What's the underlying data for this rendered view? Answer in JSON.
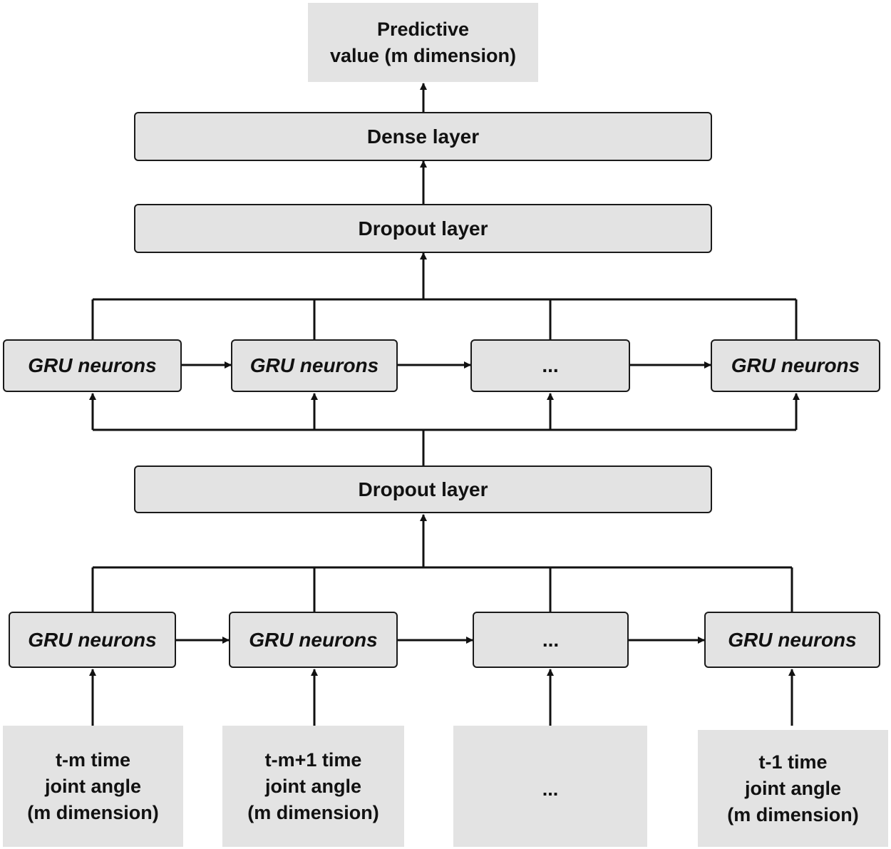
{
  "output": {
    "line1": "Predictive",
    "line2": "value (m dimension)"
  },
  "layers": {
    "dense": "Dense layer",
    "dropout_top": "Dropout layer",
    "dropout_bottom": "Dropout layer"
  },
  "gru_upper": [
    "GRU neurons",
    "GRU neurons",
    "...",
    "GRU neurons"
  ],
  "gru_lower": [
    "GRU neurons",
    "GRU neurons",
    "...",
    "GRU neurons"
  ],
  "inputs": [
    {
      "lines": [
        "t-m time",
        "joint angle",
        "(m dimension)"
      ]
    },
    {
      "lines": [
        "t-m+1 time",
        "joint angle",
        "(m dimension)"
      ]
    },
    {
      "lines": [
        "..."
      ]
    },
    {
      "lines": [
        "t-1 time",
        "joint angle",
        "(m dimension)"
      ]
    }
  ],
  "colors": {
    "box_fill": "#e3e3e3",
    "line": "#111111"
  }
}
